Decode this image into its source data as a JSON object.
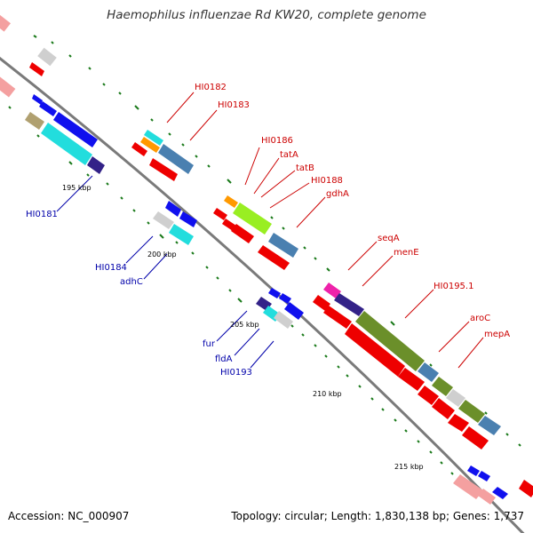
{
  "title": "Haemophilus influenzae Rd KW20, complete genome",
  "footer": {
    "accession": "Accession: NC_000907",
    "topology": "Topology: circular; Length: 1,830,138 bp; Genes: 1,737"
  },
  "ruler_labels": [
    "195 kbp",
    "200 kbp",
    "205 kbp",
    "210 kbp",
    "215 kbp"
  ],
  "gene_labels_forward": [
    "HI0182",
    "HI0183",
    "HI0186",
    "tatA",
    "tatB",
    "HI0188",
    "gdhA",
    "seqA",
    "menE",
    "HI0195.1",
    "aroC",
    "mepA"
  ],
  "gene_labels_reverse": [
    "HI0181",
    "HI0184",
    "adhC",
    "fur",
    "fldA",
    "HI0193"
  ],
  "colors": {
    "forward_label": "#cc0000",
    "reverse_label": "#0000aa",
    "forward_gene": "#ff0000",
    "reverse_gene": "#0000ff",
    "backbone": "#888888",
    "tick": "#006600"
  }
}
